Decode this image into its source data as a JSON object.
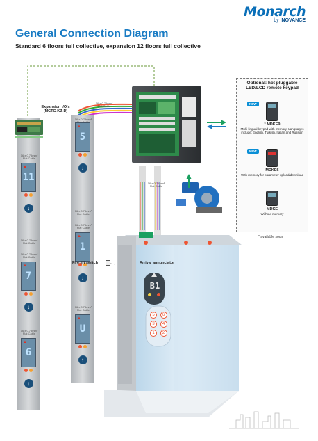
{
  "brand": {
    "name": "Monarch",
    "sub_prefix": "by ",
    "sub_name": "INOVANCE"
  },
  "title": "General Connection Diagram",
  "subtitle": "Standard 6 floors full collective, expansion 12 floors full collective",
  "expansion": {
    "label_line1": "Expansion I/O's",
    "label_line2": "(MCTC-KZ-D)"
  },
  "cable_label_line1": "16 x 0.75mm²",
  "cable_label_line2": "Flat Cable",
  "hall_displays": [
    {
      "digit": "11"
    },
    {
      "digit": "7"
    },
    {
      "digit": "6"
    },
    {
      "digit": "5"
    },
    {
      "digit": "1"
    },
    {
      "digit": "U"
    }
  ],
  "fire_lift_switch": "Fire lift switch",
  "arrival_annunciator": "Arrival annunciator",
  "car_display": "B1",
  "car_buttons": [
    "5",
    "6",
    "3",
    "4",
    "1",
    "2"
  ],
  "optional": {
    "title_line1": "Optional: hot pluggable",
    "title_line2": "LED/LCD remote keypad",
    "new_badge": "NEW",
    "keypads": [
      {
        "name": "* MDKE9",
        "caption": "Multi-lingual keypad with memory. Languages include: English, Turkish, Italian and Russian"
      },
      {
        "name": "MDKE6",
        "caption": "With memory for parameter upload/download"
      },
      {
        "name": "MDKE",
        "caption": "Without memory"
      }
    ],
    "footnote": "* available soon"
  },
  "colors": {
    "accent": "#1a7cc4",
    "display_bg": "#6a8ea8",
    "arrow": "#e03020",
    "green": "#1aa060"
  }
}
